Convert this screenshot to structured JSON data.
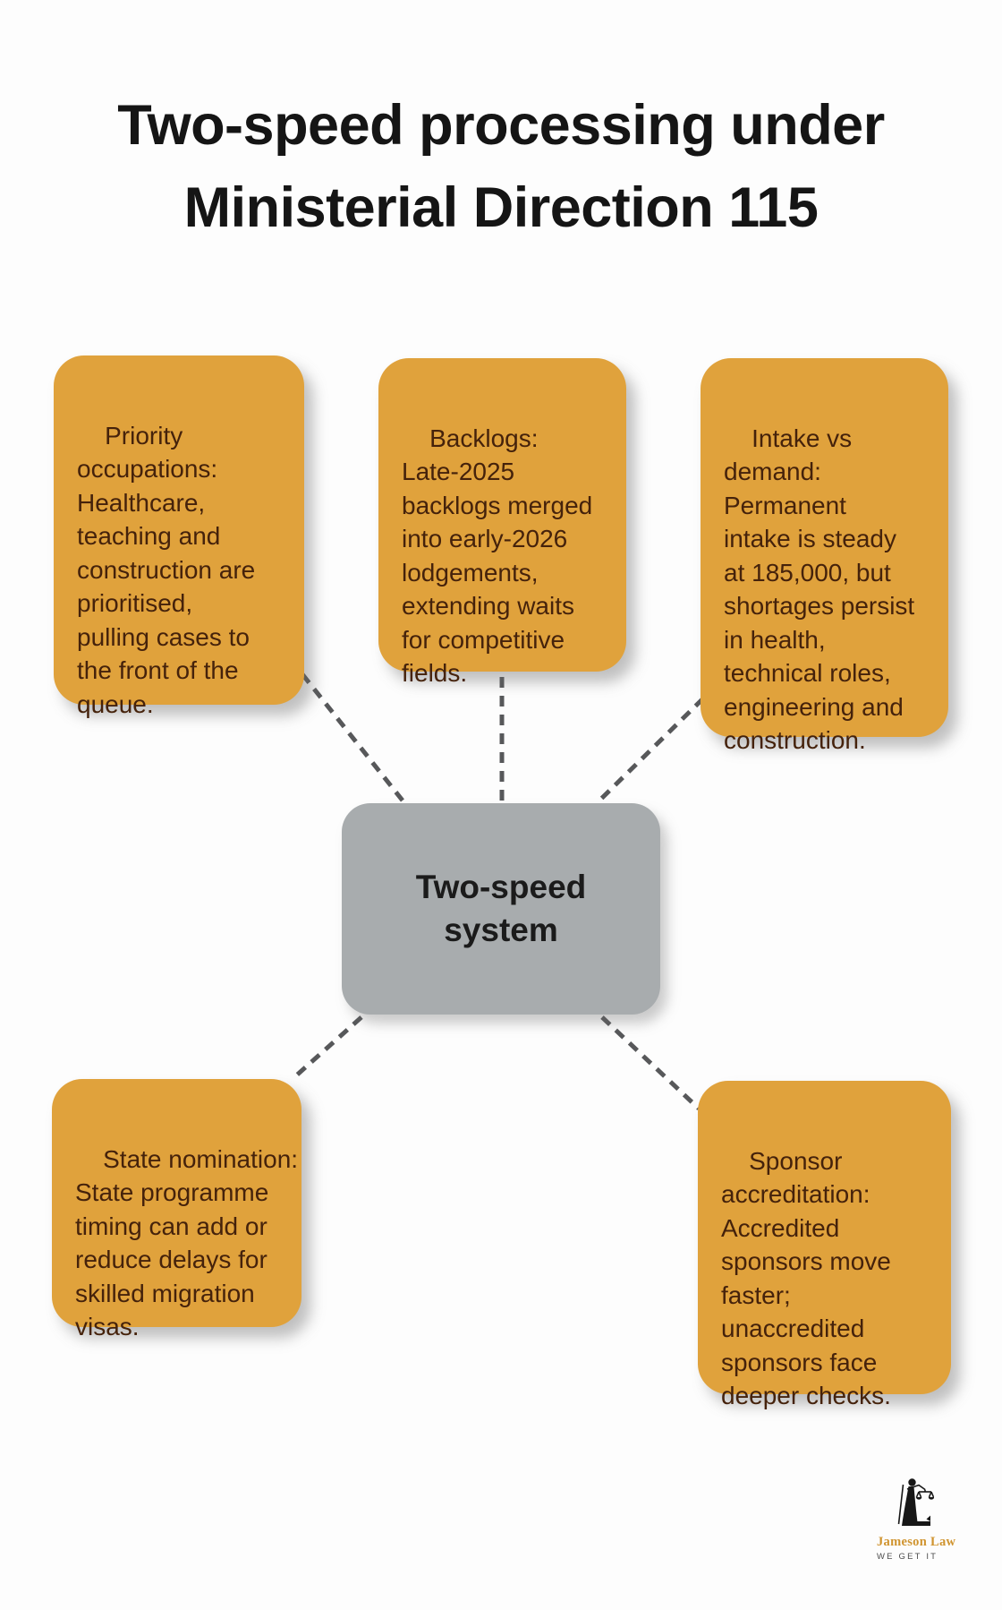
{
  "title": "Two-speed processing under\nMinisterial Direction 115",
  "center_node": {
    "label": "Two-speed\nsystem"
  },
  "nodes": [
    {
      "id": "priority-occupations",
      "text": "Priority\noccupations:\nHealthcare,\nteaching and\nconstruction are\nprioritised,\npulling cases to\nthe front of the\nqueue."
    },
    {
      "id": "backlogs",
      "text": "Backlogs:\nLate-2025\nbacklogs merged\ninto early-2026\nlodgements,\nextending waits\nfor competitive\nfields."
    },
    {
      "id": "intake-vs-demand",
      "text": "Intake vs\ndemand:\nPermanent\nintake is steady\nat 185,000, but\nshortages persist\nin health,\ntechnical roles,\nengineering and\nconstruction."
    },
    {
      "id": "state-nomination",
      "text": "State nomination:\nState programme\ntiming can add or\nreduce delays for\nskilled migration\nvisas."
    },
    {
      "id": "sponsor-accreditation",
      "text": "Sponsor\naccreditation:\nAccredited\nsponsors move\nfaster;\nunaccredited\nsponsors face\ndeeper checks."
    }
  ],
  "logo": {
    "brand": "Jameson Law",
    "tagline": "WE GET IT",
    "icon": "lady-justice-icon"
  },
  "colors": {
    "node_fill": "#e0a23c",
    "node_text": "#45220b",
    "center_fill": "#a8acae",
    "center_text": "#1b1b1b",
    "connector": "#57585a",
    "title_text": "#151515",
    "logo_gold": "#d0942f",
    "logo_tagline": "#4e4e4e",
    "background": "#fdfdfd"
  }
}
